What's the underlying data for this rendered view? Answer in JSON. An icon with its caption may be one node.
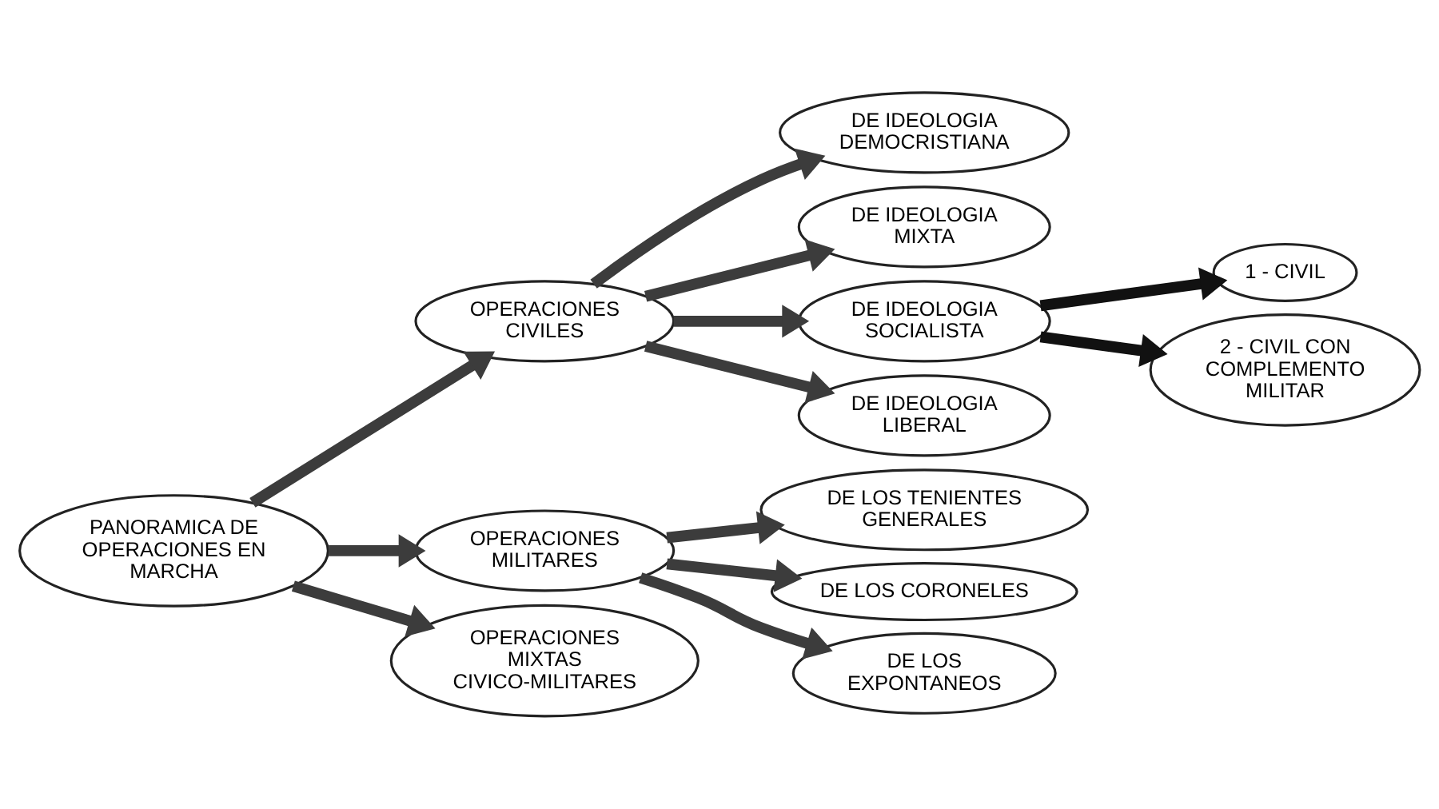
{
  "diagram": {
    "nodes": [
      {
        "text": [
          "PANORAMICA DE OPERACIONES EN MARCHA"
        ]
      },
      {
        "text": [
          "OPERACIONES CIVILES"
        ]
      },
      {
        "text": [
          "DE IDEOLOGIA DEMOCRISTIANA"
        ]
      },
      {
        "text": [
          "DE IDEOLOGIA MIXTA"
        ]
      },
      {
        "text": [
          "DE IDEOLOGIA SOCIALISTA"
        ]
      },
      {
        "text": [
          "1 - CIVIL"
        ]
      },
      {
        "text": [
          "2 - CIVIL CON COMPLEMENTO MILITAR"
        ]
      },
      {
        "text": [
          "DE IDEOLOGIA LIBERAL"
        ]
      },
      {
        "text": [
          "OPERACIONES MILITARES"
        ]
      },
      {
        "text": [
          "DE LOS TENIENTES GENERALES"
        ]
      },
      {
        "text": [
          "DE LOS CORONELES"
        ]
      },
      {
        "text": [
          "DE LOS EXPONTANEOS"
        ]
      },
      {
        "text": [
          "OPERACIONES MIXTAS CIVICO-MILITARES"
        ]
      }
    ],
    "edges": [
      {
        "from": 0,
        "to": 1,
        "arrow": "to"
      },
      {
        "from": 0,
        "to": 8,
        "arrow": "to"
      },
      {
        "from": 0,
        "to": 12,
        "arrow": "to"
      },
      {
        "from": 1,
        "to": 2,
        "arrow": "to"
      },
      {
        "from": 1,
        "to": 3,
        "arrow": "to"
      },
      {
        "from": 1,
        "to": 4,
        "arrow": "to"
      },
      {
        "from": 1,
        "to": 7,
        "arrow": "to"
      },
      {
        "from": 4,
        "to": 5,
        "arrow": "to",
        "color": "#111111"
      },
      {
        "from": 4,
        "to": 6,
        "arrow": "to",
        "color": "#111111"
      },
      {
        "from": 8,
        "to": 9,
        "arrow": "to"
      },
      {
        "from": 8,
        "to": 10,
        "arrow": "to"
      },
      {
        "from": 8,
        "to": 11,
        "arrow": "to"
      }
    ]
  }
}
